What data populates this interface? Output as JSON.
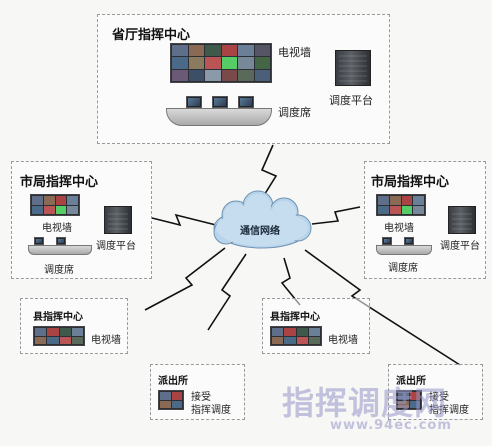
{
  "provincial": {
    "title": "省厅指挥中心",
    "video_wall": "电视墙",
    "dispatch_seat": "调度席",
    "dispatch_platform": "调度平台"
  },
  "city_left": {
    "title": "市局指挥中心",
    "video_wall": "电视墙",
    "dispatch_seat": "调度席",
    "dispatch_platform": "调度平台"
  },
  "city_right": {
    "title": "市局指挥中心",
    "video_wall": "电视墙",
    "dispatch_seat": "调度席",
    "dispatch_platform": "调度平台"
  },
  "network": {
    "label": "通信网络"
  },
  "county_left": {
    "title": "县指挥中心",
    "video_wall": "电视墙"
  },
  "county_right": {
    "title": "县指挥中心",
    "video_wall": "电视墙"
  },
  "station_left": {
    "title": "派出所",
    "line1": "接受",
    "line2": "指挥调度"
  },
  "station_right": {
    "title": "派出所",
    "line1": "接受",
    "line2": "指挥调度"
  },
  "watermark": {
    "main": "指挥调度网",
    "sub": "www.94ec.com"
  },
  "colors": {
    "lightning": "#111111",
    "cloud": "#b8d4ea",
    "box_border": "#9a9a9a"
  }
}
